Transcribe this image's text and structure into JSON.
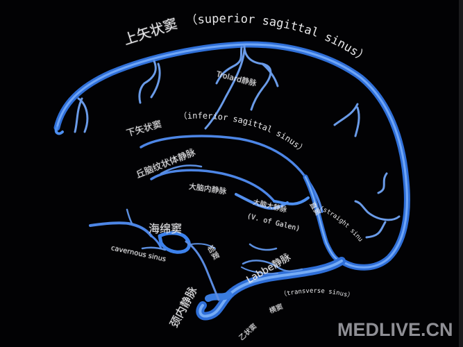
{
  "diagram": {
    "title": "Cerebral venous sinuses (sagittal view)",
    "vessel_color": "#4d8ff0",
    "vessel_highlight": "#8fc0ff",
    "background_color": "#000000",
    "labels": {
      "superior_sagittal_sinus_cn": "上矢状窦",
      "superior_sagittal_sinus_en": "（superior sagittal sinus）",
      "trolard_vein": "Trolard静脉",
      "inferior_sagittal_sinus_cn": "下矢状窦",
      "inferior_sagittal_sinus_en": "（inferior sagittal sinus）",
      "thalamostriate_vein": "丘脑纹状体静脉",
      "internal_cerebral_vein": "大脑内静脉",
      "great_cerebral_vein_cn": "大脑大静脉",
      "great_cerebral_vein_en": "(V. of Galen)",
      "straight_sinus_cn": "直窦",
      "straight_sinus_en": "(straight sinus)",
      "cavernous_sinus_cn": "海绵窦",
      "cavernous_sinus_en": "cavernous sinus",
      "petrosal_sinus": "岩窦",
      "labbe_vein": "Labbe静脉",
      "internal_jugular_vein": "颈内静脉",
      "sigmoid_sinus": "乙状窦",
      "transverse_sinus_cn": "横窦",
      "transverse_sinus_en": "（transverse sinus）"
    },
    "watermark": "MEDLIVE.CN"
  }
}
